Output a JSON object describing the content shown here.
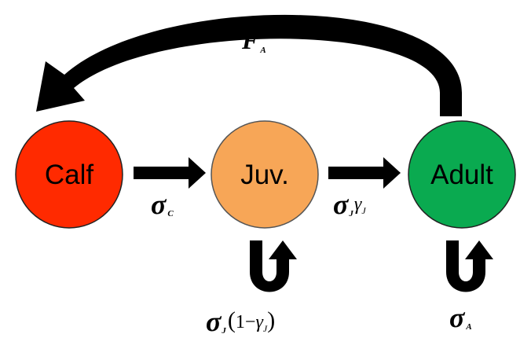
{
  "nodes": {
    "calf": {
      "label": "Calf",
      "color": "#ff2a00"
    },
    "juv": {
      "label": "Juv.",
      "color": "#f7a657"
    },
    "adult": {
      "label": "Adult",
      "color": "#0aaa50"
    }
  },
  "rates": {
    "fecundity": {
      "symbol": "F",
      "subscript": "A"
    },
    "calf_to_juv": {
      "symbol": "σ",
      "subscript": "C"
    },
    "juv_to_adult": {
      "symbol": "σ",
      "subscript": "J",
      "factor": "γ",
      "factor_subscript": "J"
    },
    "juv_stay": {
      "symbol": "σ",
      "subscript": "J",
      "open": "(",
      "one_minus": "1−",
      "factor": "γ",
      "factor_subscript": "J",
      "close": ")"
    },
    "adult_stay": {
      "symbol": "σ",
      "subscript": "A"
    }
  }
}
